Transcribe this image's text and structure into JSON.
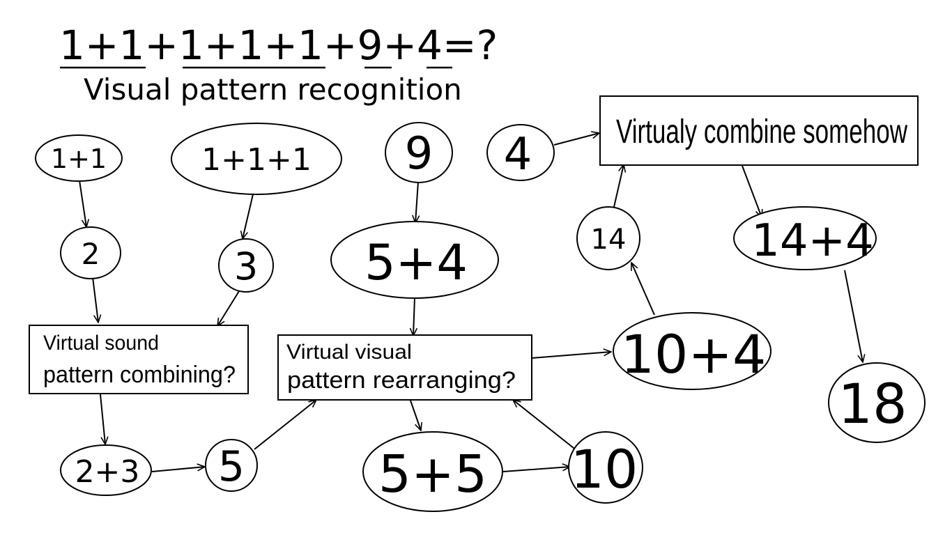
{
  "equation": {
    "terms": [
      "1+1",
      "+",
      "1+1+1",
      "+",
      "9",
      "+",
      "4",
      "=?"
    ],
    "subtitle": "Visual pattern recognition"
  },
  "nodes": {
    "n_1p1": "1+1",
    "n_1p1p1": "1+1+1",
    "n_9": "9",
    "n_4": "4",
    "n_2": "2",
    "n_3": "3",
    "n_5p4": "5+4",
    "n_14": "14",
    "n_14p4": "14+4",
    "n_10p4": "10+4",
    "n_18": "18",
    "n_2p3": "2+3",
    "n_5": "5",
    "n_5p5": "5+5",
    "n_10": "10"
  },
  "boxes": {
    "combine_somehow": "Virtualy combine somehow",
    "sound_line1": "Virtual sound",
    "sound_line2": "pattern combining?",
    "visual_line1": "Virtual visual",
    "visual_line2": "pattern rearranging?"
  }
}
